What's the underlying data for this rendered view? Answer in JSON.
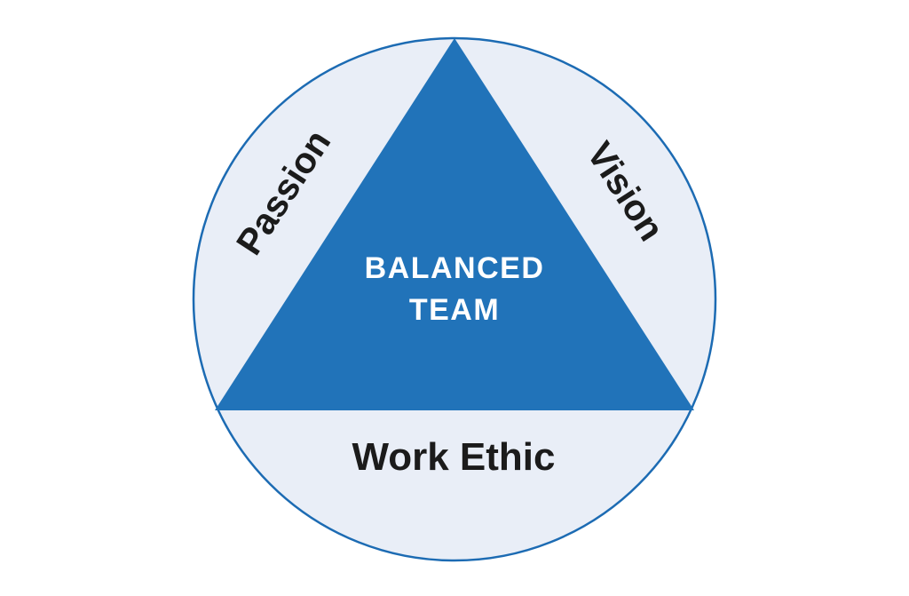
{
  "diagram": {
    "title_concept": "Balanced Team venn-style triangle diagram",
    "center_label": {
      "line1": "BALANCED",
      "line2": "TEAM"
    },
    "edge_labels": {
      "left": "Passion",
      "right": "Vision",
      "bottom": "Work Ethic"
    },
    "colors": {
      "background": "#ffffff",
      "circle_fill": "#e9eef7",
      "circle_stroke": "#1c6bb3",
      "triangle_fill": "#2173b9",
      "center_text": "#ffffff",
      "label_text": "#1b1b1b"
    }
  }
}
